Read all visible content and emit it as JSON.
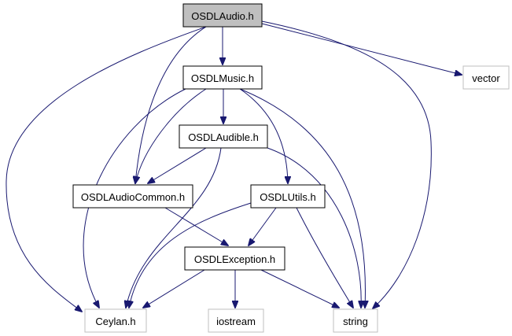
{
  "diagram": {
    "type": "include-dependency-graph",
    "colors": {
      "edge": "#191970",
      "root_fill": "#bfbfbf",
      "node_fill": "#ffffff",
      "node_border": "#000000",
      "external_border": "#bfbfbf",
      "text": "#000000"
    },
    "nodes": [
      {
        "id": "osdlaudio",
        "label": "OSDLAudio.h",
        "kind": "root"
      },
      {
        "id": "osdlmusic",
        "label": "OSDLMusic.h",
        "kind": "header"
      },
      {
        "id": "vector",
        "label": "vector",
        "kind": "external"
      },
      {
        "id": "osdlaudible",
        "label": "OSDLAudible.h",
        "kind": "header"
      },
      {
        "id": "osdlaudiocommon",
        "label": "OSDLAudioCommon.h",
        "kind": "header"
      },
      {
        "id": "osdlutils",
        "label": "OSDLUtils.h",
        "kind": "header"
      },
      {
        "id": "osdlexception",
        "label": "OSDLException.h",
        "kind": "header"
      },
      {
        "id": "ceylan",
        "label": "Ceylan.h",
        "kind": "external"
      },
      {
        "id": "iostream",
        "label": "iostream",
        "kind": "external"
      },
      {
        "id": "string",
        "label": "string",
        "kind": "external"
      }
    ],
    "edges": [
      {
        "from": "osdlaudio",
        "to": "osdlmusic"
      },
      {
        "from": "osdlaudio",
        "to": "vector"
      },
      {
        "from": "osdlaudio",
        "to": "ceylan"
      },
      {
        "from": "osdlaudio",
        "to": "osdlaudiocommon"
      },
      {
        "from": "osdlaudio",
        "to": "string"
      },
      {
        "from": "osdlmusic",
        "to": "osdlaudible"
      },
      {
        "from": "osdlmusic",
        "to": "osdlaudiocommon"
      },
      {
        "from": "osdlmusic",
        "to": "osdlutils"
      },
      {
        "from": "osdlmusic",
        "to": "ceylan"
      },
      {
        "from": "osdlmusic",
        "to": "string"
      },
      {
        "from": "osdlaudible",
        "to": "osdlaudiocommon"
      },
      {
        "from": "osdlaudible",
        "to": "ceylan"
      },
      {
        "from": "osdlaudible",
        "to": "string"
      },
      {
        "from": "osdlaudiocommon",
        "to": "osdlexception"
      },
      {
        "from": "osdlutils",
        "to": "osdlexception"
      },
      {
        "from": "osdlutils",
        "to": "ceylan"
      },
      {
        "from": "osdlutils",
        "to": "string"
      },
      {
        "from": "osdlexception",
        "to": "ceylan"
      },
      {
        "from": "osdlexception",
        "to": "iostream"
      },
      {
        "from": "osdlexception",
        "to": "string"
      }
    ]
  }
}
